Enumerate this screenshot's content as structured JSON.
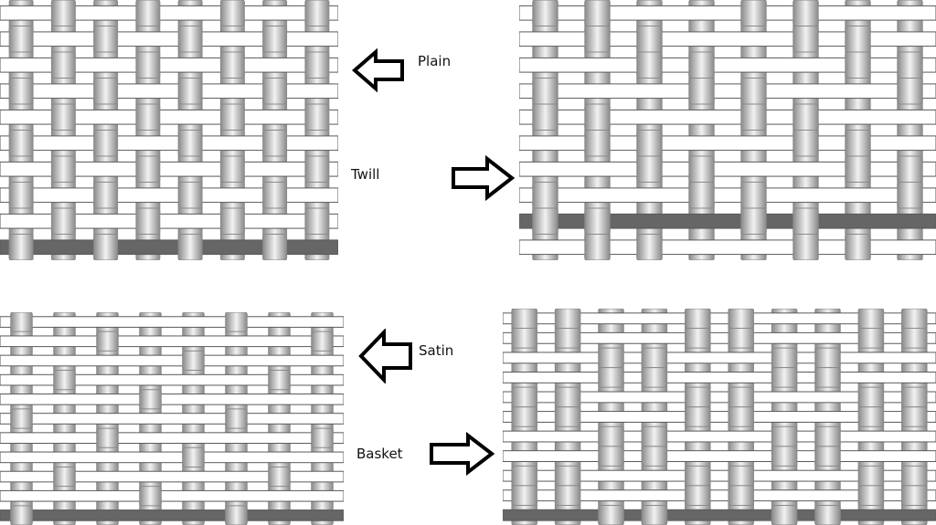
{
  "labels": {
    "plain": "Plain",
    "twill": "Twill",
    "satin": "Satin",
    "basket": "Basket"
  },
  "patterns": {
    "plain": {
      "arrow_direction": "left",
      "weave_grid": [
        [
          0,
          1
        ],
        [
          1,
          0
        ]
      ]
    },
    "twill": {
      "arrow_direction": "right",
      "weave_grid": [
        [
          1,
          1,
          0,
          0
        ],
        [
          0,
          1,
          1,
          0
        ],
        [
          0,
          0,
          1,
          1
        ],
        [
          1,
          0,
          0,
          1
        ]
      ]
    },
    "satin": {
      "arrow_direction": "left",
      "weave_grid": [
        [
          1,
          0,
          0,
          0,
          0
        ],
        [
          0,
          0,
          1,
          0,
          0
        ],
        [
          0,
          0,
          0,
          0,
          1
        ],
        [
          0,
          1,
          0,
          0,
          0
        ],
        [
          0,
          0,
          0,
          1,
          0
        ]
      ]
    },
    "basket": {
      "arrow_direction": "right",
      "weave_grid": [
        [
          1,
          1,
          0,
          0
        ],
        [
          1,
          1,
          0,
          0
        ],
        [
          0,
          0,
          1,
          1
        ],
        [
          0,
          0,
          1,
          1
        ]
      ]
    }
  },
  "colors": {
    "background": "#ffffff",
    "warp_edge": "#8a8a8a",
    "warp_center": "#f2f2f2",
    "weft_fill": "#ffffff",
    "weft_outline": "#5a5a5a",
    "dark_weft": "#666666",
    "arrow_fill": "#ffffff",
    "arrow_stroke": "#000000"
  }
}
